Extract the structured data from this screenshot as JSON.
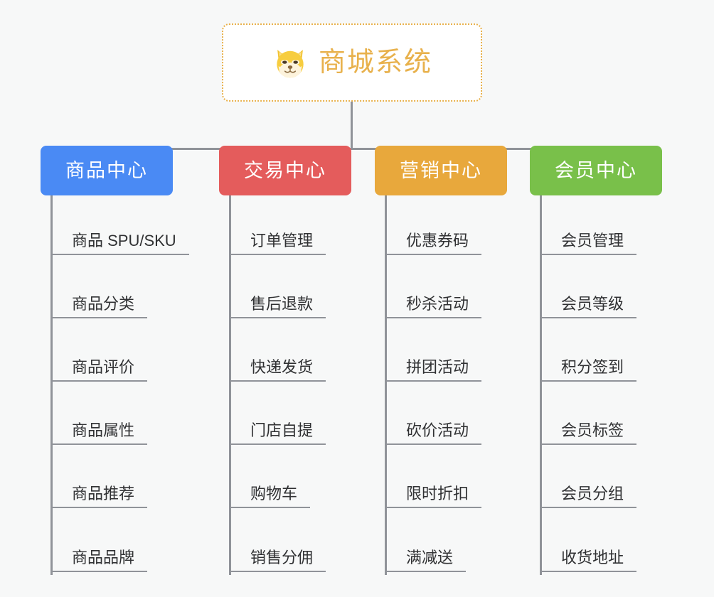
{
  "root": {
    "icon": "shiba-dog-icon",
    "title": "商城系统",
    "color": "#e8b14c"
  },
  "columns": [
    {
      "id": "product-center",
      "title": "商品中心",
      "color": "#4a8af4",
      "items": [
        "商品 SPU/SKU",
        "商品分类",
        "商品评价",
        "商品属性",
        "商品推荐",
        "商品品牌"
      ]
    },
    {
      "id": "trade-center",
      "title": "交易中心",
      "color": "#e45c5c",
      "items": [
        "订单管理",
        "售后退款",
        "快递发货",
        "门店自提",
        "购物车",
        "销售分佣"
      ]
    },
    {
      "id": "marketing-center",
      "title": "营销中心",
      "color": "#e8a83c",
      "items": [
        "优惠券码",
        "秒杀活动",
        "拼团活动",
        "砍价活动",
        "限时折扣",
        "满减送"
      ]
    },
    {
      "id": "member-center",
      "title": "会员中心",
      "color": "#79c04a",
      "items": [
        "会员管理",
        "会员等级",
        "积分签到",
        "会员标签",
        "会员分组",
        "收货地址"
      ]
    }
  ],
  "theme": {
    "background": "#f7f8f8",
    "connector": "#909399",
    "leaf_text": "#303133",
    "node_fill": "#ffffff"
  }
}
